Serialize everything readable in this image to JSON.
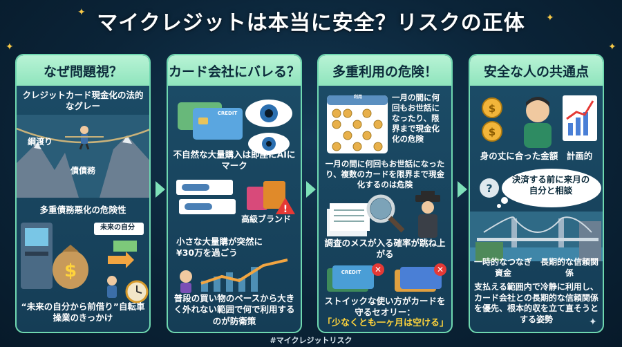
{
  "title": "マイクレジットは本当に安全？リスクの正体",
  "hashtag": "#マイクレジットリスク",
  "colors": {
    "accent": "#8fe4bd",
    "highlight": "#ffd43b",
    "background": "#0b2438"
  },
  "panels": [
    {
      "heading": "なぜ問題視？",
      "intro": "クレジットカード現金化の法的なグレー",
      "label_tightrope": "綱渡り",
      "label_debt": "債債務",
      "caption_mid": "多重債務悪化の危険性",
      "label_future_self": "未来の自分",
      "caption_bottom": "“未来の自分から前借り”自転車操業のきっかけ"
    },
    {
      "heading": "カード会社にバレる？",
      "card_label": "CREDIT",
      "caption_top": "不自然な大量購入は即座にAIにマーク",
      "label_brand": "高級ブランド",
      "caption_mid": "小さな大量購が突然に¥30万を過ごう",
      "caption_bottom": "普段の買い物のペースから大きく外れない範囲で何で利用するのが防衛策"
    },
    {
      "heading": "多重利用の危険！",
      "calendar_badge": "利用",
      "caption_side": "一月の間に何回もお世話になったり、限界まで現金化化の危険",
      "caption_mid": "一月の間に何回もお世話になったり、複数のカードを限界まで現金化するのは危険",
      "caption_investigate": "調査のメスが入る確率が跳ね上がる",
      "card_label": "CREDIT",
      "caption_bottom": "ストイックな使い方がカードを守るセオリー：",
      "caption_highlight": "「少なくとも一ヶ月は空ける」"
    },
    {
      "heading": "安全な人の共通点",
      "caption_top": "身の丈に合った金額　計画的",
      "thought": "決済する前に来月の自分と相談",
      "label_temporary": "一時的なつなぎ資金",
      "label_longterm": "長期的な信頼関係",
      "caption_bottom": "支払える範囲内で冷静に利用し、カード会社との長期的な信頼関係を優先、根本的収を立て直そうとする姿勢"
    }
  ]
}
